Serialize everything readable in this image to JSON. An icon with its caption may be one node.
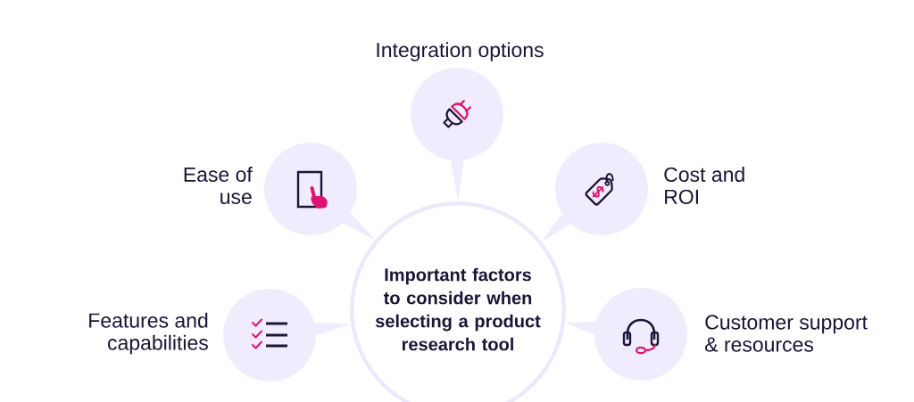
{
  "diagram": {
    "nodes": [
      {
        "text": [
          "Integration options"
        ]
      },
      {
        "text": [
          "Ease of use"
        ]
      },
      {
        "text": [
          "Cost and ROI"
        ]
      },
      {
        "text": [
          "Important factors to consider when selecting a product research tool"
        ]
      },
      {
        "text": [
          "Features and capabilities"
        ]
      },
      {
        "text": [
          "Customer support & resources"
        ]
      }
    ],
    "edges": [
      {
        "from": 0,
        "to": 3,
        "arrow": "none"
      },
      {
        "from": 1,
        "to": 3,
        "arrow": "none"
      },
      {
        "from": 2,
        "to": 3,
        "arrow": "none"
      },
      {
        "from": 4,
        "to": 3,
        "arrow": "none"
      },
      {
        "from": 5,
        "to": 3,
        "arrow": "none"
      }
    ]
  }
}
